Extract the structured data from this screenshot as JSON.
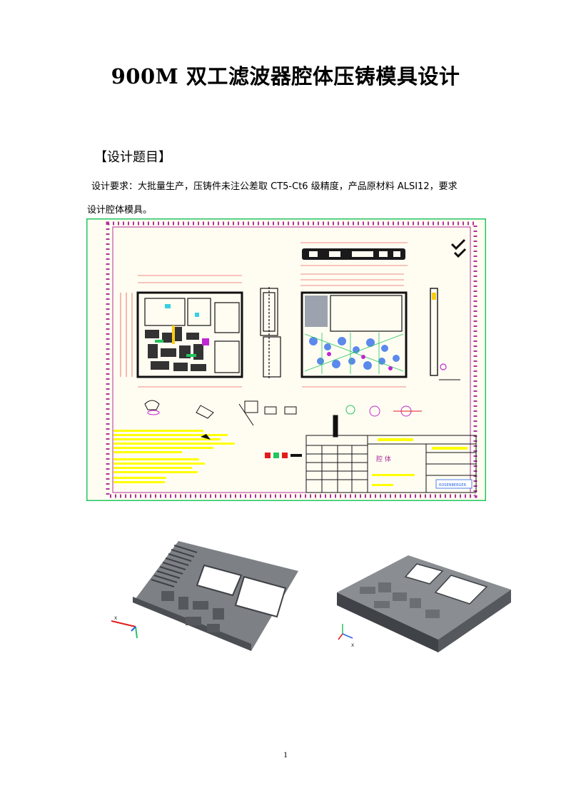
{
  "document": {
    "title": "900M 双工滤波器腔体压铸模具设计",
    "section_heading": "【设计题目】",
    "paragraph_line1": "设计要求：大批量生产，压铸件未注公差取 CT5-Ct6 级精度，产品原材料 ALSI12，要求",
    "paragraph_line2": "设计腔体模具。",
    "page_number": "1"
  },
  "drawing": {
    "title_block_label": "腔 体",
    "logo_text": "ROSENBERGER"
  },
  "colors": {
    "border_green": "#22c55e",
    "inner_frame_magenta": "#b0309a",
    "drawing_bg": "#fffdf2",
    "annotation_yellow": "#ffff00",
    "dimension_red": "#e31b1b",
    "linework_black": "#111111"
  }
}
